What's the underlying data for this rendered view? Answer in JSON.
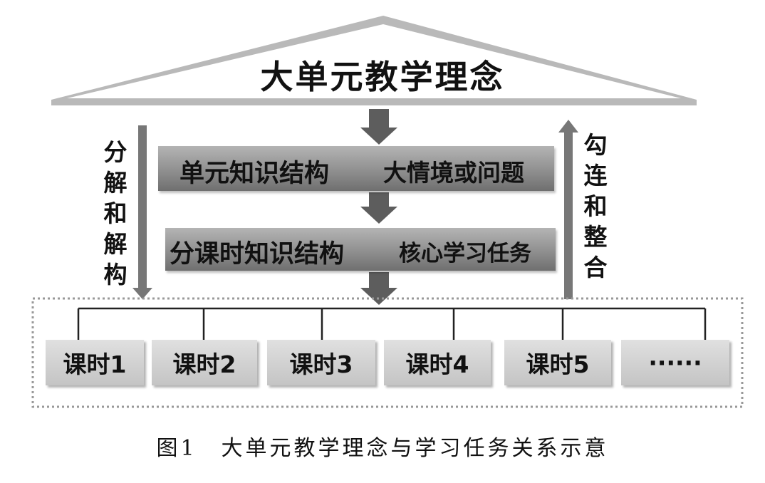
{
  "roof": {
    "title": "大单元教学理念"
  },
  "band_unit": {
    "left_text": "单元知识结构",
    "right_text": "大情境或问题"
  },
  "band_lesson": {
    "left_text": "分课时知识结构",
    "right_text": "核心学习任务"
  },
  "left_side": {
    "text": "分解和解构"
  },
  "right_side": {
    "text": "勾连和整合"
  },
  "lessons": [
    "课时1",
    "课时2",
    "课时3",
    "课时4",
    "课时5",
    "······"
  ],
  "caption": "图1　大单元教学理念与学习任务关系示意",
  "colors": {
    "roof": "#b3b3b3",
    "arrow": "#5a5a5a",
    "band": "#8c8c8c",
    "lesson_box": "#cfcfcf",
    "dotted_frame": "#999999"
  }
}
